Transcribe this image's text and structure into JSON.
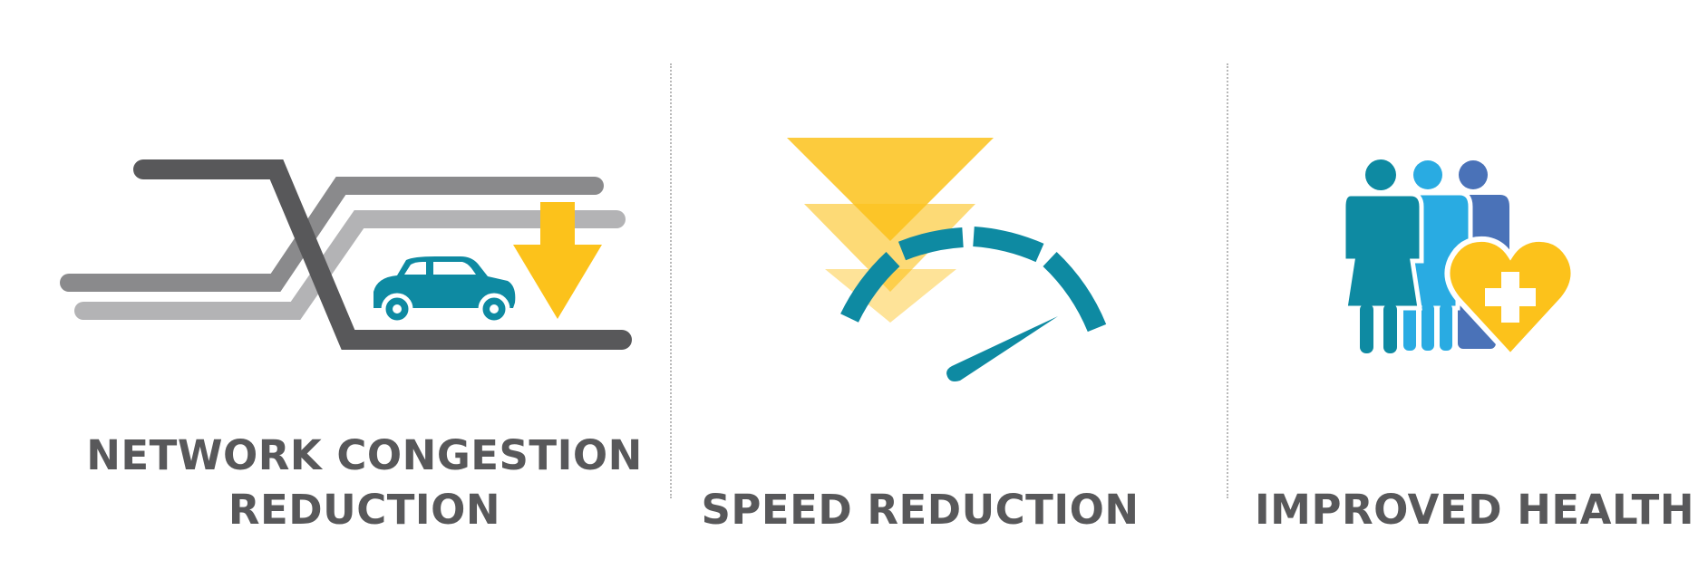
{
  "panels": [
    {
      "id": "network",
      "caption_lines": [
        "NETWORK CONGESTION",
        "REDUCTION"
      ]
    },
    {
      "id": "speed",
      "caption_lines": [
        "SPEED REDUCTION"
      ]
    },
    {
      "id": "health",
      "caption_lines": [
        "IMPROVED HEALTH"
      ]
    }
  ],
  "colors": {
    "text": "#58585a",
    "dark_road": "#58585a",
    "mid_road": "#8a8a8c",
    "light_road": "#b3b3b5",
    "teal": "#0e8aa2",
    "yellow": "#fcc21b",
    "sky_blue": "#29abe2",
    "royal_blue": "#4a72b8",
    "divider": "#b9b9b9"
  },
  "icons": [
    "congestion-roads-icon",
    "car-icon",
    "down-arrow-icon",
    "speed-triangles-icon",
    "speedometer-icon",
    "family-icon",
    "heart-plus-icon"
  ]
}
